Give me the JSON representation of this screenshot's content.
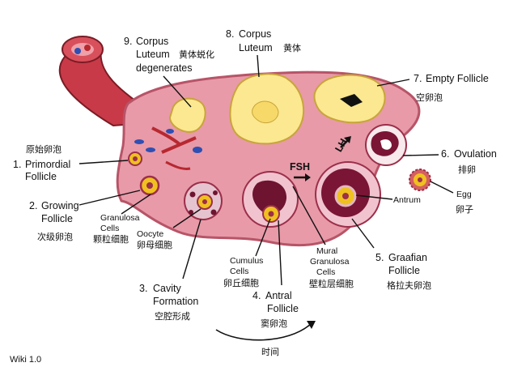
{
  "labels": {
    "primordial": {
      "zh": "原始卵泡",
      "num": "1.",
      "en1": "Primordial",
      "en2": "Follicle"
    },
    "growing": {
      "num": "2.",
      "en1": "Growing",
      "en2": "Follicle",
      "zh": "次级卵泡"
    },
    "granulosa": {
      "en1": "Granulosa",
      "en2": "Cells",
      "zh": "颗粒细胞"
    },
    "oocyte": {
      "en": "Oocyte",
      "zh": "卵母细胞"
    },
    "cavity": {
      "num": "3.",
      "en1": "Cavity",
      "en2": "Formation",
      "zh": "空腔形成"
    },
    "cumulus": {
      "en1": "Cumulus",
      "en2": "Cells",
      "zh": "卵丘细胞"
    },
    "antral": {
      "num": "4.",
      "en1": "Antral",
      "en2": "Follicle",
      "zh": "窦卵泡"
    },
    "mural": {
      "en1": "Mural",
      "en2": "Granulosa",
      "en3": "Cells",
      "zh": "壁粒层细胞"
    },
    "graafian": {
      "num": "5.",
      "en1": "Graafian",
      "en2": "Follicle",
      "zh": "格拉夫卵泡"
    },
    "antrum": {
      "en": "Antrum"
    },
    "egg": {
      "en": "Egg",
      "zh": "卵子"
    },
    "ovulation": {
      "num": "6.",
      "en": "Ovulation",
      "zh": "排卵"
    },
    "empty": {
      "num": "7.",
      "en": "Empty Follicle",
      "zh": "空卵泡"
    },
    "corpus": {
      "num": "8.",
      "en1": "Corpus",
      "en2": "Luteum",
      "zh": "黄体"
    },
    "degenerates": {
      "num": "9.",
      "en1": "Corpus",
      "en2": "Luteum",
      "zh": "黄体蜕化",
      "en3": "degenerates"
    },
    "fsh": {
      "en": "FSH"
    },
    "lh": {
      "en": "LH"
    },
    "time": {
      "zh": "时间"
    },
    "footer": {
      "text": "Wiki 1.0"
    }
  },
  "colors": {
    "ovary": "#e89aa8",
    "ovary_edge": "#b85468",
    "follicle_wall": "#9c2f4a",
    "antrum_fill": "#6e1430",
    "luteum": "#fbe890",
    "oocyte": "#f0c020",
    "vessel": "#b82830",
    "blue_vessel": "#2f4fb3"
  }
}
